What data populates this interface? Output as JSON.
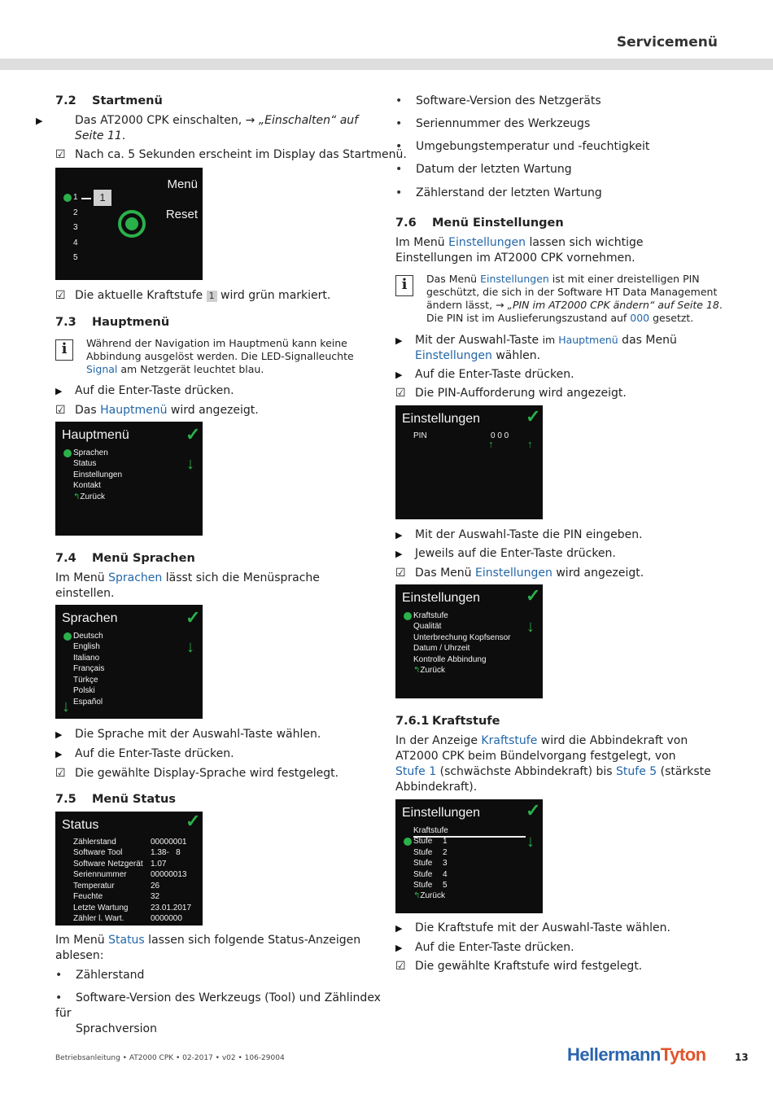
{
  "header": {
    "title": "Servicemenü"
  },
  "s72": {
    "num": "7.2",
    "title": "Startmenü",
    "l1_pre": "Das AT2000 CPK einschalten, ",
    "l1_link": "→ „Einschalten“ auf",
    "l1_link2": "Seite 11",
    "l1_end": ".",
    "l2": "Nach ca. 5 Sekunden erscheint im Display das Startmenü.",
    "screen": {
      "menu": "Menü",
      "reset": "Reset",
      "levels": [
        "1",
        "2",
        "3",
        "4",
        "5"
      ],
      "selected": "1"
    },
    "l3_pre": "Die aktuelle Kraftstufe ",
    "l3_tag": "1",
    "l3_post": " wird grün markiert."
  },
  "s73": {
    "num": "7.3",
    "title": "Hauptmenü",
    "info_pre": "Während der Navigation im Hauptmenü kann keine Abbindung ausgelöst werden. Die LED-Signalleuchte ",
    "info_link": "Signal",
    "info_post": " am Netzgerät leuchtet blau.",
    "l1": "Auf die Enter-Taste drücken.",
    "l2_pre": "Das ",
    "l2_link": "Hauptmenü",
    "l2_post": " wird angezeigt.",
    "screen": {
      "title": "Hauptmenü",
      "items": [
        "Sprachen",
        "Status",
        "Einstellungen",
        "Kontakt"
      ],
      "back": "Zurück"
    }
  },
  "s74": {
    "num": "7.4",
    "title": "Menü Sprachen",
    "p_pre": "Im Menü ",
    "p_link": "Sprachen",
    "p_post": " lässt sich die Menüsprache",
    "p2": "einstellen.",
    "screen": {
      "title": "Sprachen",
      "items": [
        "Deutsch",
        "English",
        "Italiano",
        "Français",
        "Türkçe",
        "Polski",
        "Español"
      ]
    },
    "l1": "Die Sprache mit der Auswahl-Taste wählen.",
    "l2": "Auf die Enter-Taste drücken.",
    "l3": "Die gewählte Display-Sprache wird festgelegt."
  },
  "s75": {
    "num": "7.5",
    "title": "Menü Status",
    "screen": {
      "title": "Status",
      "rows": [
        {
          "label": "Zählerstand",
          "value": "00000001"
        },
        {
          "label": "Software Tool",
          "value": "1.38-   8"
        },
        {
          "label": "Software Netzgerät",
          "value": "1.07"
        },
        {
          "label": "Seriennummer",
          "value": "00000013"
        },
        {
          "label": "Temperatur",
          "value": "26"
        },
        {
          "label": "Feuchte",
          "value": "32"
        },
        {
          "label": "Letzte Wartung",
          "value": "23.01.2017"
        },
        {
          "label": "Zähler l. Wart.",
          "value": "0000000"
        }
      ]
    },
    "p_pre": "Im Menü ",
    "p_link": "Status",
    "p_post": " lassen sich folgende Status-Anzeigen",
    "p2": "ablesen:",
    "bullets_left": [
      "Zählerstand",
      "Software-Version des Werkzeugs (Tool) und Zählindex für",
      "Sprachversion"
    ],
    "bullets_right": [
      "Software-Version des Netzgeräts",
      "Seriennummer des Werkzeugs",
      "Umgebungstemperatur und -feuchtigkeit",
      "Datum der letzten Wartung",
      "Zählerstand der letzten Wartung"
    ]
  },
  "s76": {
    "num": "7.6",
    "title": "Menü Einstellungen",
    "p_pre": "Im Menü ",
    "p_link": "Einstellungen",
    "p_post": " lassen sich wichtige",
    "p2": "Einstellungen im AT2000 CPK vornehmen.",
    "info_a_pre": "Das Menü ",
    "info_a_link": "Einstellungen",
    "info_a_post": " ist mit einer dreistelligen PIN",
    "info_b": "geschützt, die sich in der Software HT Data Management",
    "info_c_pre": "ändern lässt, ",
    "info_c_link": "→ „PIN im AT2000 CPK ändern“ auf Seite 18",
    "info_c_post": ".",
    "info_d_pre": "Die PIN ist im Auslieferungszustand auf ",
    "info_d_link": "000",
    "info_d_post": " gesetzt.",
    "l1_pre": "Mit der Auswahl-Taste ",
    "l1_small": "im ",
    "l1_link": "Hauptmenü",
    "l1_post": " das Menü",
    "l1b_link": "Einstellungen",
    "l1b_post": " wählen.",
    "l2": "Auf die Enter-Taste drücken.",
    "l3": "Die PIN-Aufforderung wird angezeigt.",
    "pin_screen": {
      "title": "Einstellungen",
      "label": "PIN",
      "digits": "0 0 0"
    },
    "l4": "Mit der Auswahl-Taste die PIN eingeben.",
    "l5": "Jeweils auf die Enter-Taste drücken.",
    "l6_pre": "Das Menü ",
    "l6_link": "Einstellungen",
    "l6_post": " wird angezeigt.",
    "menu_screen": {
      "title": "Einstellungen",
      "items": [
        "Kraftstufe",
        "Qualität",
        "Unterbrechung Kopfsensor",
        "Datum / Uhrzeit",
        "Kontrolle Abbindung"
      ],
      "back": "Zurück"
    }
  },
  "s761": {
    "num": "7.6.1",
    "title": "Kraftstufe",
    "p1_pre": "In der Anzeige ",
    "p1_link": "Kraftstufe",
    "p1_post": " wird die Abbindekraft von",
    "p2": "AT2000 CPK beim Bündelvorgang festgelegt, von",
    "p3_link1": "Stufe 1",
    "p3_mid": " (schwächste Abbindekraft) bis ",
    "p3_link2": "Stufe 5",
    "p3_post": " (stärkste",
    "p4": "Abbindekraft).",
    "screen": {
      "title": "Einstellungen",
      "sub": "Kraftstufe",
      "levels": [
        {
          "label": "Stufe",
          "n": "1"
        },
        {
          "label": "Stufe",
          "n": "2"
        },
        {
          "label": "Stufe",
          "n": "3"
        },
        {
          "label": "Stufe",
          "n": "4"
        },
        {
          "label": "Stufe",
          "n": "5"
        }
      ],
      "back": "Zurück"
    },
    "l1": "Die Kraftstufe mit der Auswahl-Taste wählen.",
    "l2": "Auf die Enter-Taste drücken.",
    "l3": "Die gewählte Kraftstufe wird festgelegt."
  },
  "footer": {
    "left": "Betriebsanleitung • AT2000 CPK • 02-2017 • v02 • 106-29004",
    "logo_a": "Hellermann",
    "logo_b": "Tyton",
    "page": "13"
  },
  "colors": {
    "link_blue": "#2366a8",
    "screen_green": "#2bb14a",
    "header_bar": "#dedede",
    "logo_blue": "#2a64ad",
    "logo_orange": "#e0542c"
  }
}
